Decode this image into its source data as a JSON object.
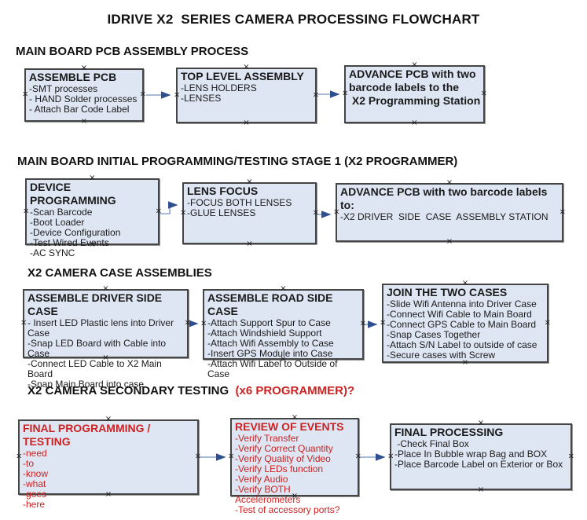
{
  "title": "IDRIVE X2  SERIES CAMERA PROCESSING FLOWCHART",
  "colors": {
    "box_fill": "#dee6f3",
    "box_border": "#454545",
    "connector_line": "#8aa4ca",
    "connector_arrowhead": "#2f4f8f",
    "red_text": "#cc2222"
  },
  "sections": [
    {
      "header": "MAIN BOARD PCB ASSEMBLY PROCESS",
      "boxes": [
        {
          "title": "ASSEMBLE PCB",
          "lines": [
            "-SMT processes",
            "- HAND Solder processes",
            "- Attach Bar Code Label"
          ]
        },
        {
          "title": "TOP LEVEL ASSEMBLY",
          "lines": [
            "-LENS HOLDERS",
            "-LENSES"
          ]
        },
        {
          "title_lines": [
            "ADVANCE PCB with two",
            "barcode labels to the",
            " X2 Programming Station"
          ]
        }
      ]
    },
    {
      "header": "MAIN BOARD INITIAL PROGRAMMING/TESTING STAGE 1 (X2 PROGRAMMER)",
      "boxes": [
        {
          "title": "DEVICE PROGRAMMING",
          "lines": [
            "-Scan Barcode",
            "-Boot Loader",
            "-Device Configuration",
            "-Test Wired Events",
            "-AC SYNC"
          ]
        },
        {
          "title": "LENS FOCUS",
          "lines": [
            "-FOCUS BOTH LENSES",
            "-GLUE LENSES"
          ]
        },
        {
          "title": "ADVANCE PCB with two barcode labels to:",
          "lines": [
            "-X2 DRIVER  SIDE  CASE  ASSEMBLY STATION"
          ]
        }
      ]
    },
    {
      "header": "X2 CAMERA CASE ASSEMBLIES",
      "boxes": [
        {
          "title": "ASSEMBLE DRIVER SIDE CASE",
          "lines": [
            "- Insert LED Plastic lens into Driver Case",
            "-Snap LED Board with Cable into Case",
            "-Connect LED Cable to X2 Main Board",
            "-Snap Main Board into case"
          ]
        },
        {
          "title": "ASSEMBLE ROAD SIDE CASE",
          "lines": [
            "-Attach Support Spur to Case",
            "-Attach Windshield Support",
            "-Attach Wifi Assembly to Case",
            "-Insert GPS Module into Case",
            "-Attach Wifi Label to Outside of Case"
          ]
        },
        {
          "title": "JOIN THE TWO CASES",
          "lines": [
            "-Slide Wifi Antenna into Driver Case",
            "-Connect Wifi Cable to Main Board",
            "-Connect GPS Cable to Main Board",
            "-Snap Cases Together",
            "-Attach S/N Label to outside of case",
            "-Secure cases with Screw"
          ]
        }
      ]
    },
    {
      "header": "X2 CAMERA SECONDARY TESTING  ",
      "header_red": "(x6 PROGRAMMER)?",
      "boxes": [
        {
          "title": "FINAL PROGRAMMING / TESTING",
          "lines": [
            "-need",
            "-to",
            "-know",
            "-what",
            "-goes",
            "-here"
          ]
        },
        {
          "title": "REVIEW OF EVENTS",
          "lines": [
            "-Verify Transfer",
            "-Verify Correct Quantity",
            "-Verify Quality of Video",
            "-Verify LEDs function",
            "-Verify Audio",
            "-Verify BOTH Accelerometers",
            "-Test of accessory ports?"
          ]
        },
        {
          "title": "FINAL PROCESSING",
          "lines": [
            " -Check Final Box",
            "-Place In Bubble wrap Bag and BOX",
            "-Place Barcode Label on Exterior or Box"
          ]
        }
      ]
    }
  ]
}
